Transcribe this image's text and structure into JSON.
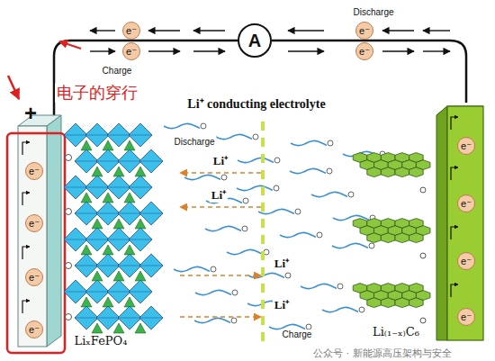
{
  "diagram": {
    "nodes": [
      {
        "text": [
          "A"
        ]
      },
      {
        "text": [
          "e⁻"
        ]
      },
      {
        "text": [
          "e⁻"
        ]
      },
      {
        "text": [
          "e⁻"
        ]
      },
      {
        "text": [
          "e⁻"
        ]
      },
      {
        "text": [
          "e⁻"
        ]
      },
      {
        "text": [
          "e⁻"
        ]
      },
      {
        "text": [
          "e⁻"
        ]
      },
      {
        "text": [
          "e⁻"
        ]
      },
      {
        "text": [
          "e⁻"
        ]
      },
      {
        "text": [
          "e⁻"
        ]
      },
      {
        "text": [
          "e⁻"
        ]
      },
      {
        "text": [
          "e⁻"
        ]
      }
    ],
    "labels": [
      "Discharge",
      "Charge",
      "电子的穿行",
      "+",
      "Li⁺ conducting electrolyte",
      "Discharge",
      "Li⁺",
      "Li⁺",
      "Li⁺",
      "Li⁺",
      "Charge",
      "LiₓFePO₄",
      "Li₍₁₋ₓ₎C₆",
      "公众号 · 新能源高压架构与安全"
    ]
  }
}
